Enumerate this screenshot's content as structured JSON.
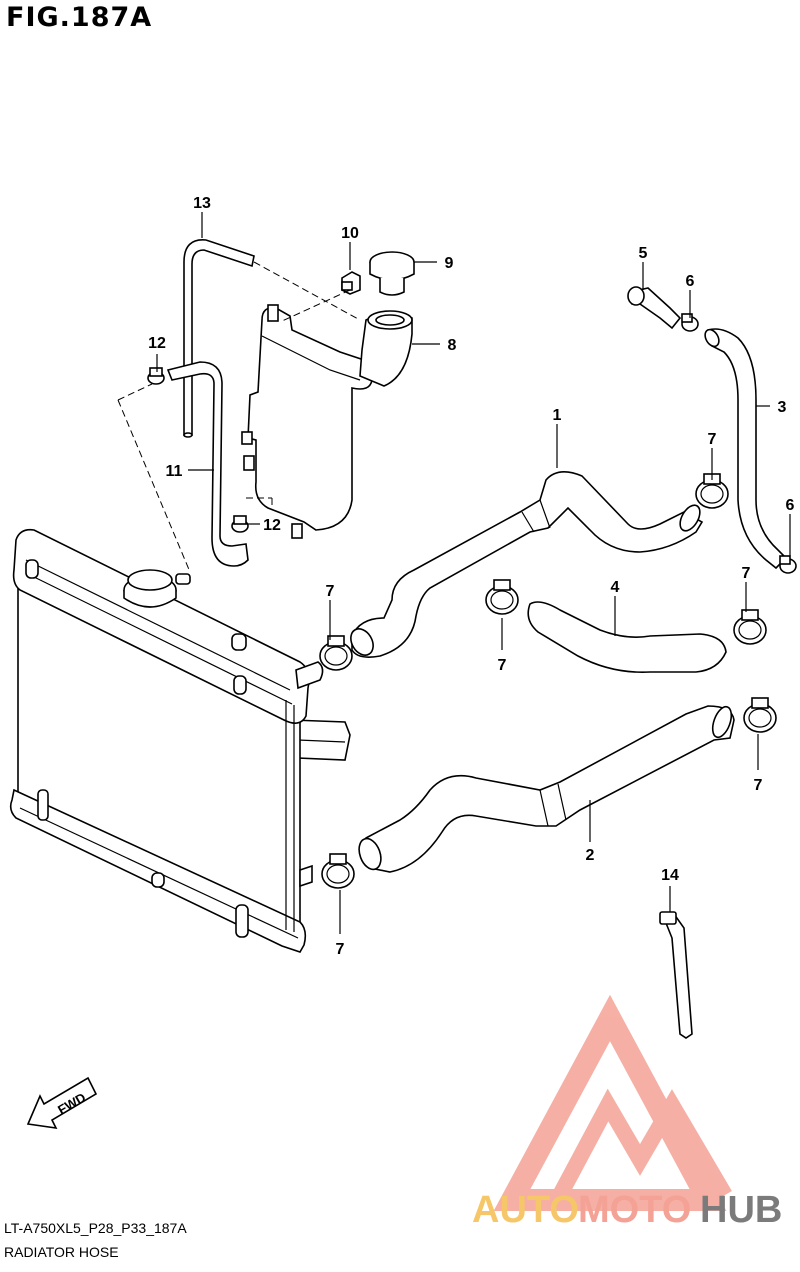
{
  "figure": {
    "title": "FIG.187A",
    "code": "LT-A750XL5_P28_P33_187A",
    "section": "RADIATOR HOSE"
  },
  "fwd_label": "FWD",
  "callouts": [
    "1",
    "2",
    "3",
    "4",
    "5",
    "6",
    "6",
    "7",
    "7",
    "7",
    "7",
    "7",
    "7",
    "8",
    "9",
    "10",
    "11",
    "12",
    "12",
    "13",
    "14"
  ],
  "watermark": {
    "auto": "AUTO",
    "moto": "MOTO",
    "hub": "HUB",
    "colors": {
      "accent": "#f08a7a",
      "yellow": "#f6c768",
      "gray": "#7b7b7b"
    }
  }
}
